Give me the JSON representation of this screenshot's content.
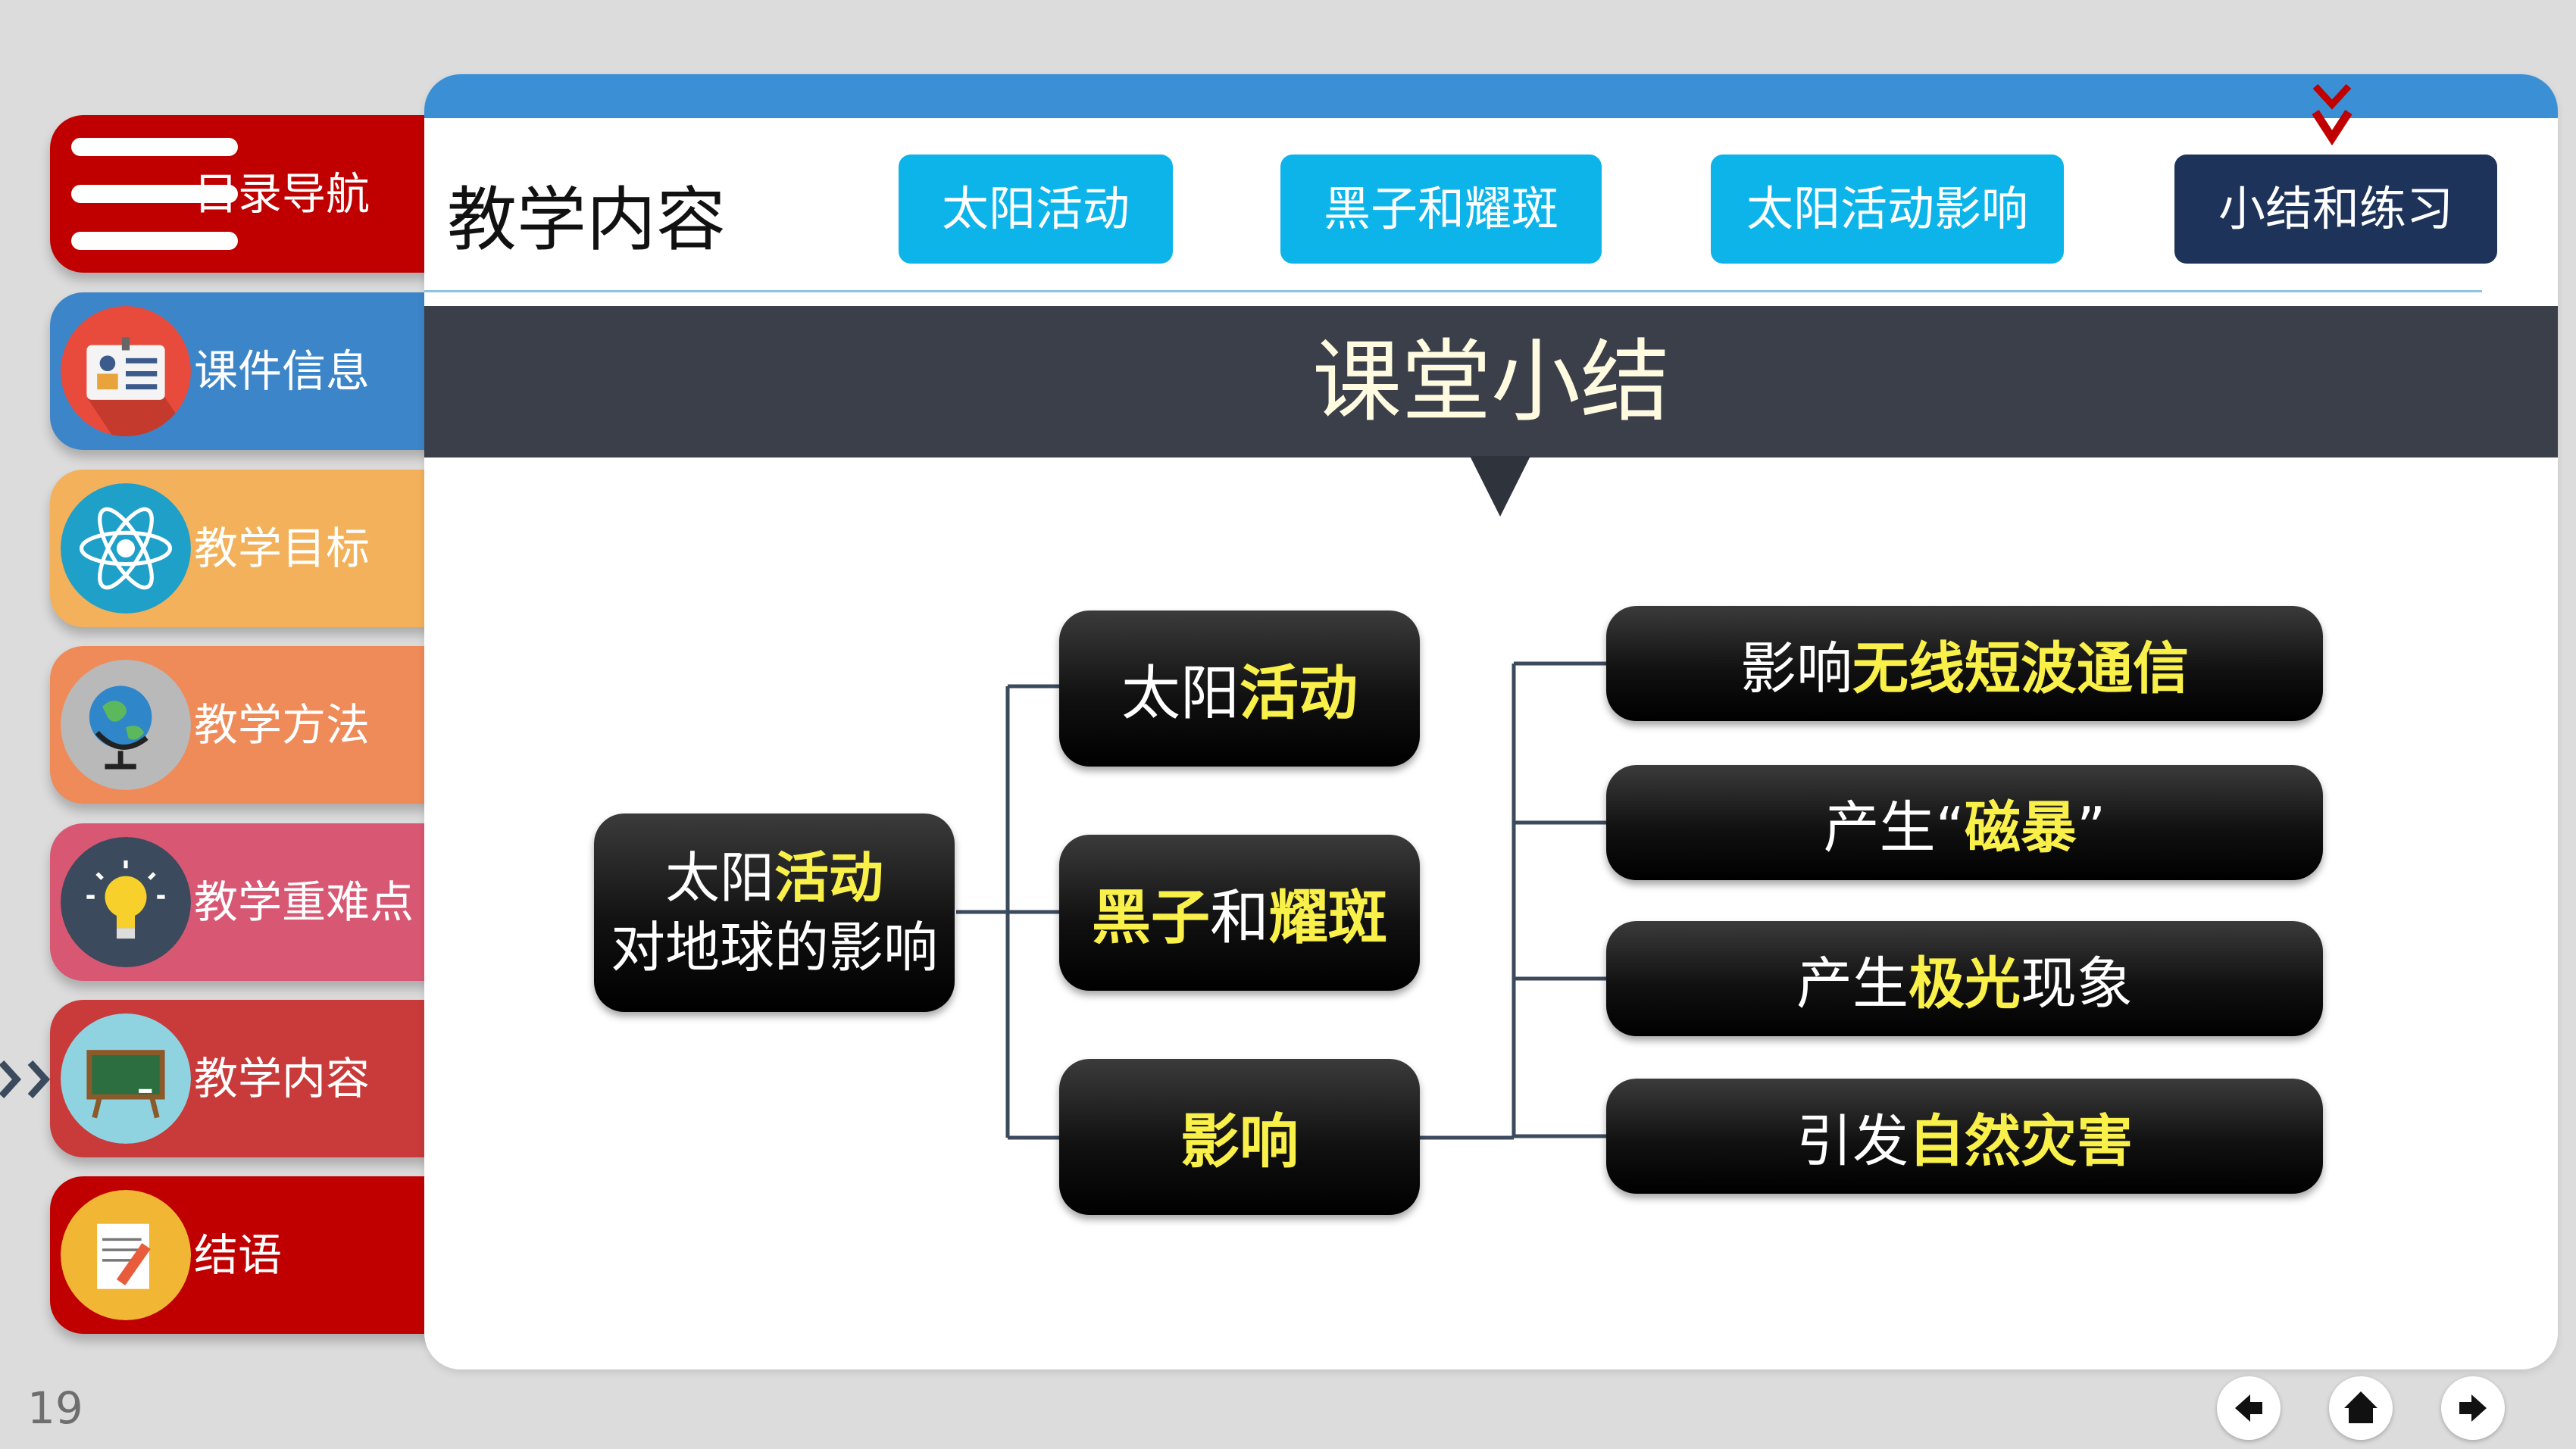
{
  "sidebar": {
    "items": [
      {
        "label": "目录导航",
        "color": "#c00000",
        "icon": "menu-icon"
      },
      {
        "label": "课件信息",
        "color": "#3c85c8",
        "icon": "id-card-icon"
      },
      {
        "label": "教学目标",
        "color": "#f2b15a",
        "icon": "atom-icon"
      },
      {
        "label": "教学方法",
        "color": "#ef8a59",
        "icon": "globe-icon"
      },
      {
        "label": "教学重难点",
        "color": "#d85874",
        "icon": "lightbulb-icon"
      },
      {
        "label": "教学内容",
        "color": "#c93a3a",
        "icon": "blackboard-icon"
      },
      {
        "label": "结语",
        "color": "#c00000",
        "icon": "notepad-icon"
      }
    ],
    "active_index": 5
  },
  "page_number": "19",
  "header": {
    "section_title": "教学内容",
    "tabs": [
      {
        "label": "太阳活动",
        "active": false
      },
      {
        "label": "黑子和耀斑",
        "active": false
      },
      {
        "label": "太阳活动影响",
        "active": false
      },
      {
        "label": "小结和练习",
        "active": true
      }
    ]
  },
  "banner": {
    "title": "课堂小结"
  },
  "mindmap": {
    "center": {
      "line1_plain": "太阳",
      "line1_hl": "活动",
      "line2": "对地球的影响"
    },
    "middle": [
      {
        "plain": "太阳",
        "hl": "活动"
      },
      {
        "hl1": "黑子",
        "plain": "和",
        "hl2": "耀斑"
      },
      {
        "hl": "影响"
      }
    ],
    "right": [
      {
        "plain": "影响",
        "hl": "无线短波通信"
      },
      {
        "plain": "产生“",
        "hl": "磁暴",
        "plain2": "”"
      },
      {
        "plain": "产生",
        "hl": "极光",
        "plain2": "现象"
      },
      {
        "plain": "引发",
        "hl": "自然灾害"
      }
    ]
  },
  "colors": {
    "accent_blue": "#3b8fd4",
    "tab_cyan": "#0cb4ea",
    "tab_active": "#1d3359",
    "banner": "#3b3f4a",
    "highlight": "#f9f04a"
  },
  "nav": [
    "prev-icon",
    "home-icon",
    "next-icon"
  ]
}
